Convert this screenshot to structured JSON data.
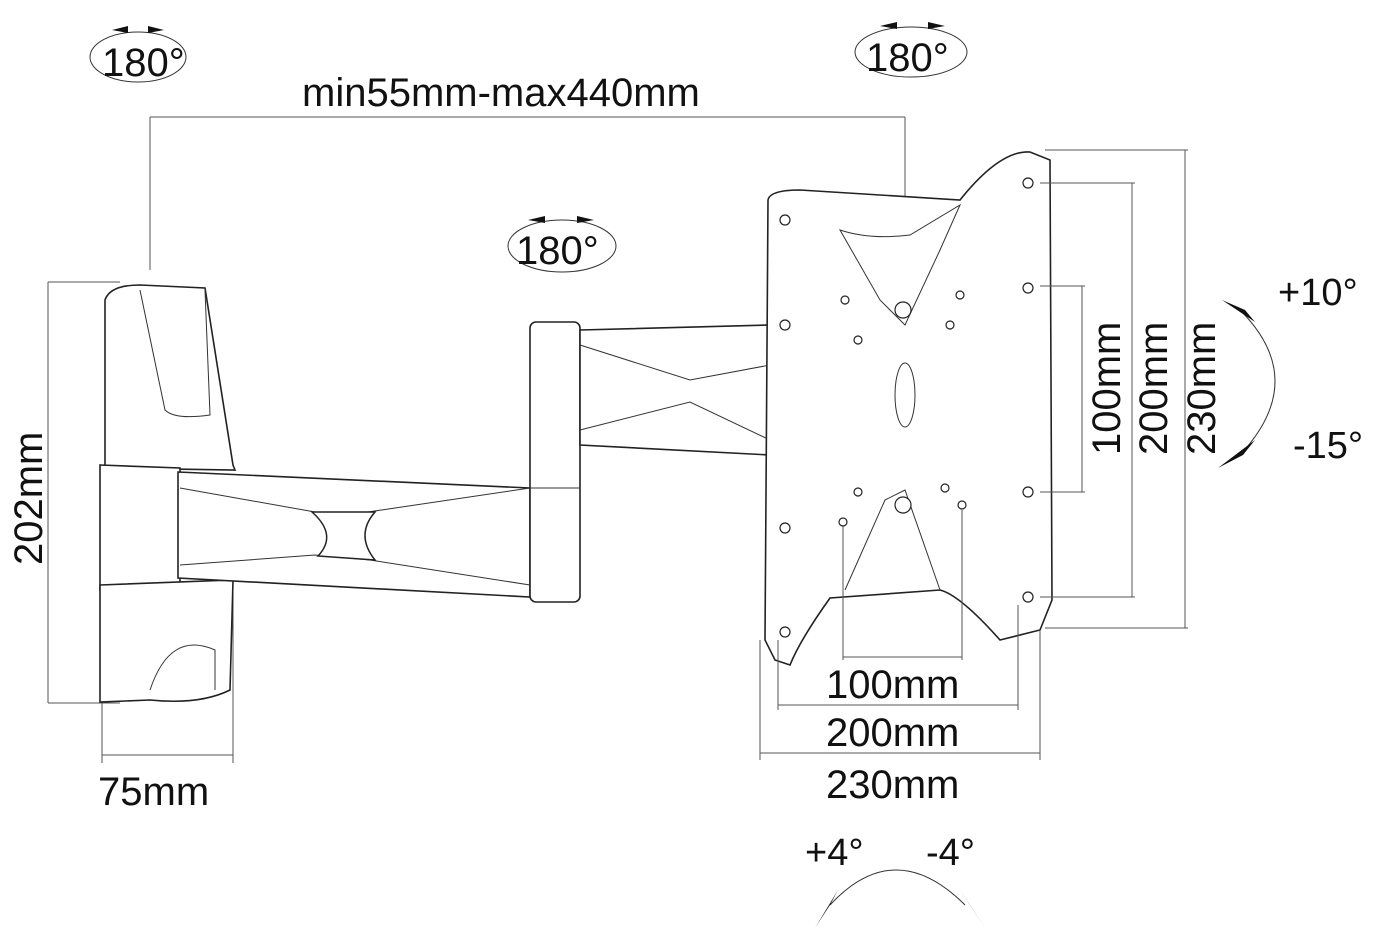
{
  "rotation_labels": {
    "wall_pivot": "180°",
    "middle_pivot": "180°",
    "plate_pivot": "180°"
  },
  "extension_range": "min55mm-max440mm",
  "wall_plate": {
    "height": "202mm",
    "width": "75mm"
  },
  "vesa_plate": {
    "vertical": [
      "100mm",
      "200mm",
      "230mm"
    ],
    "horizontal": [
      "100mm",
      "200mm",
      "230mm"
    ]
  },
  "tilt": {
    "up": "+10°",
    "down": "-15°"
  },
  "swivel": {
    "left": "+4°",
    "right": "-4°"
  }
}
